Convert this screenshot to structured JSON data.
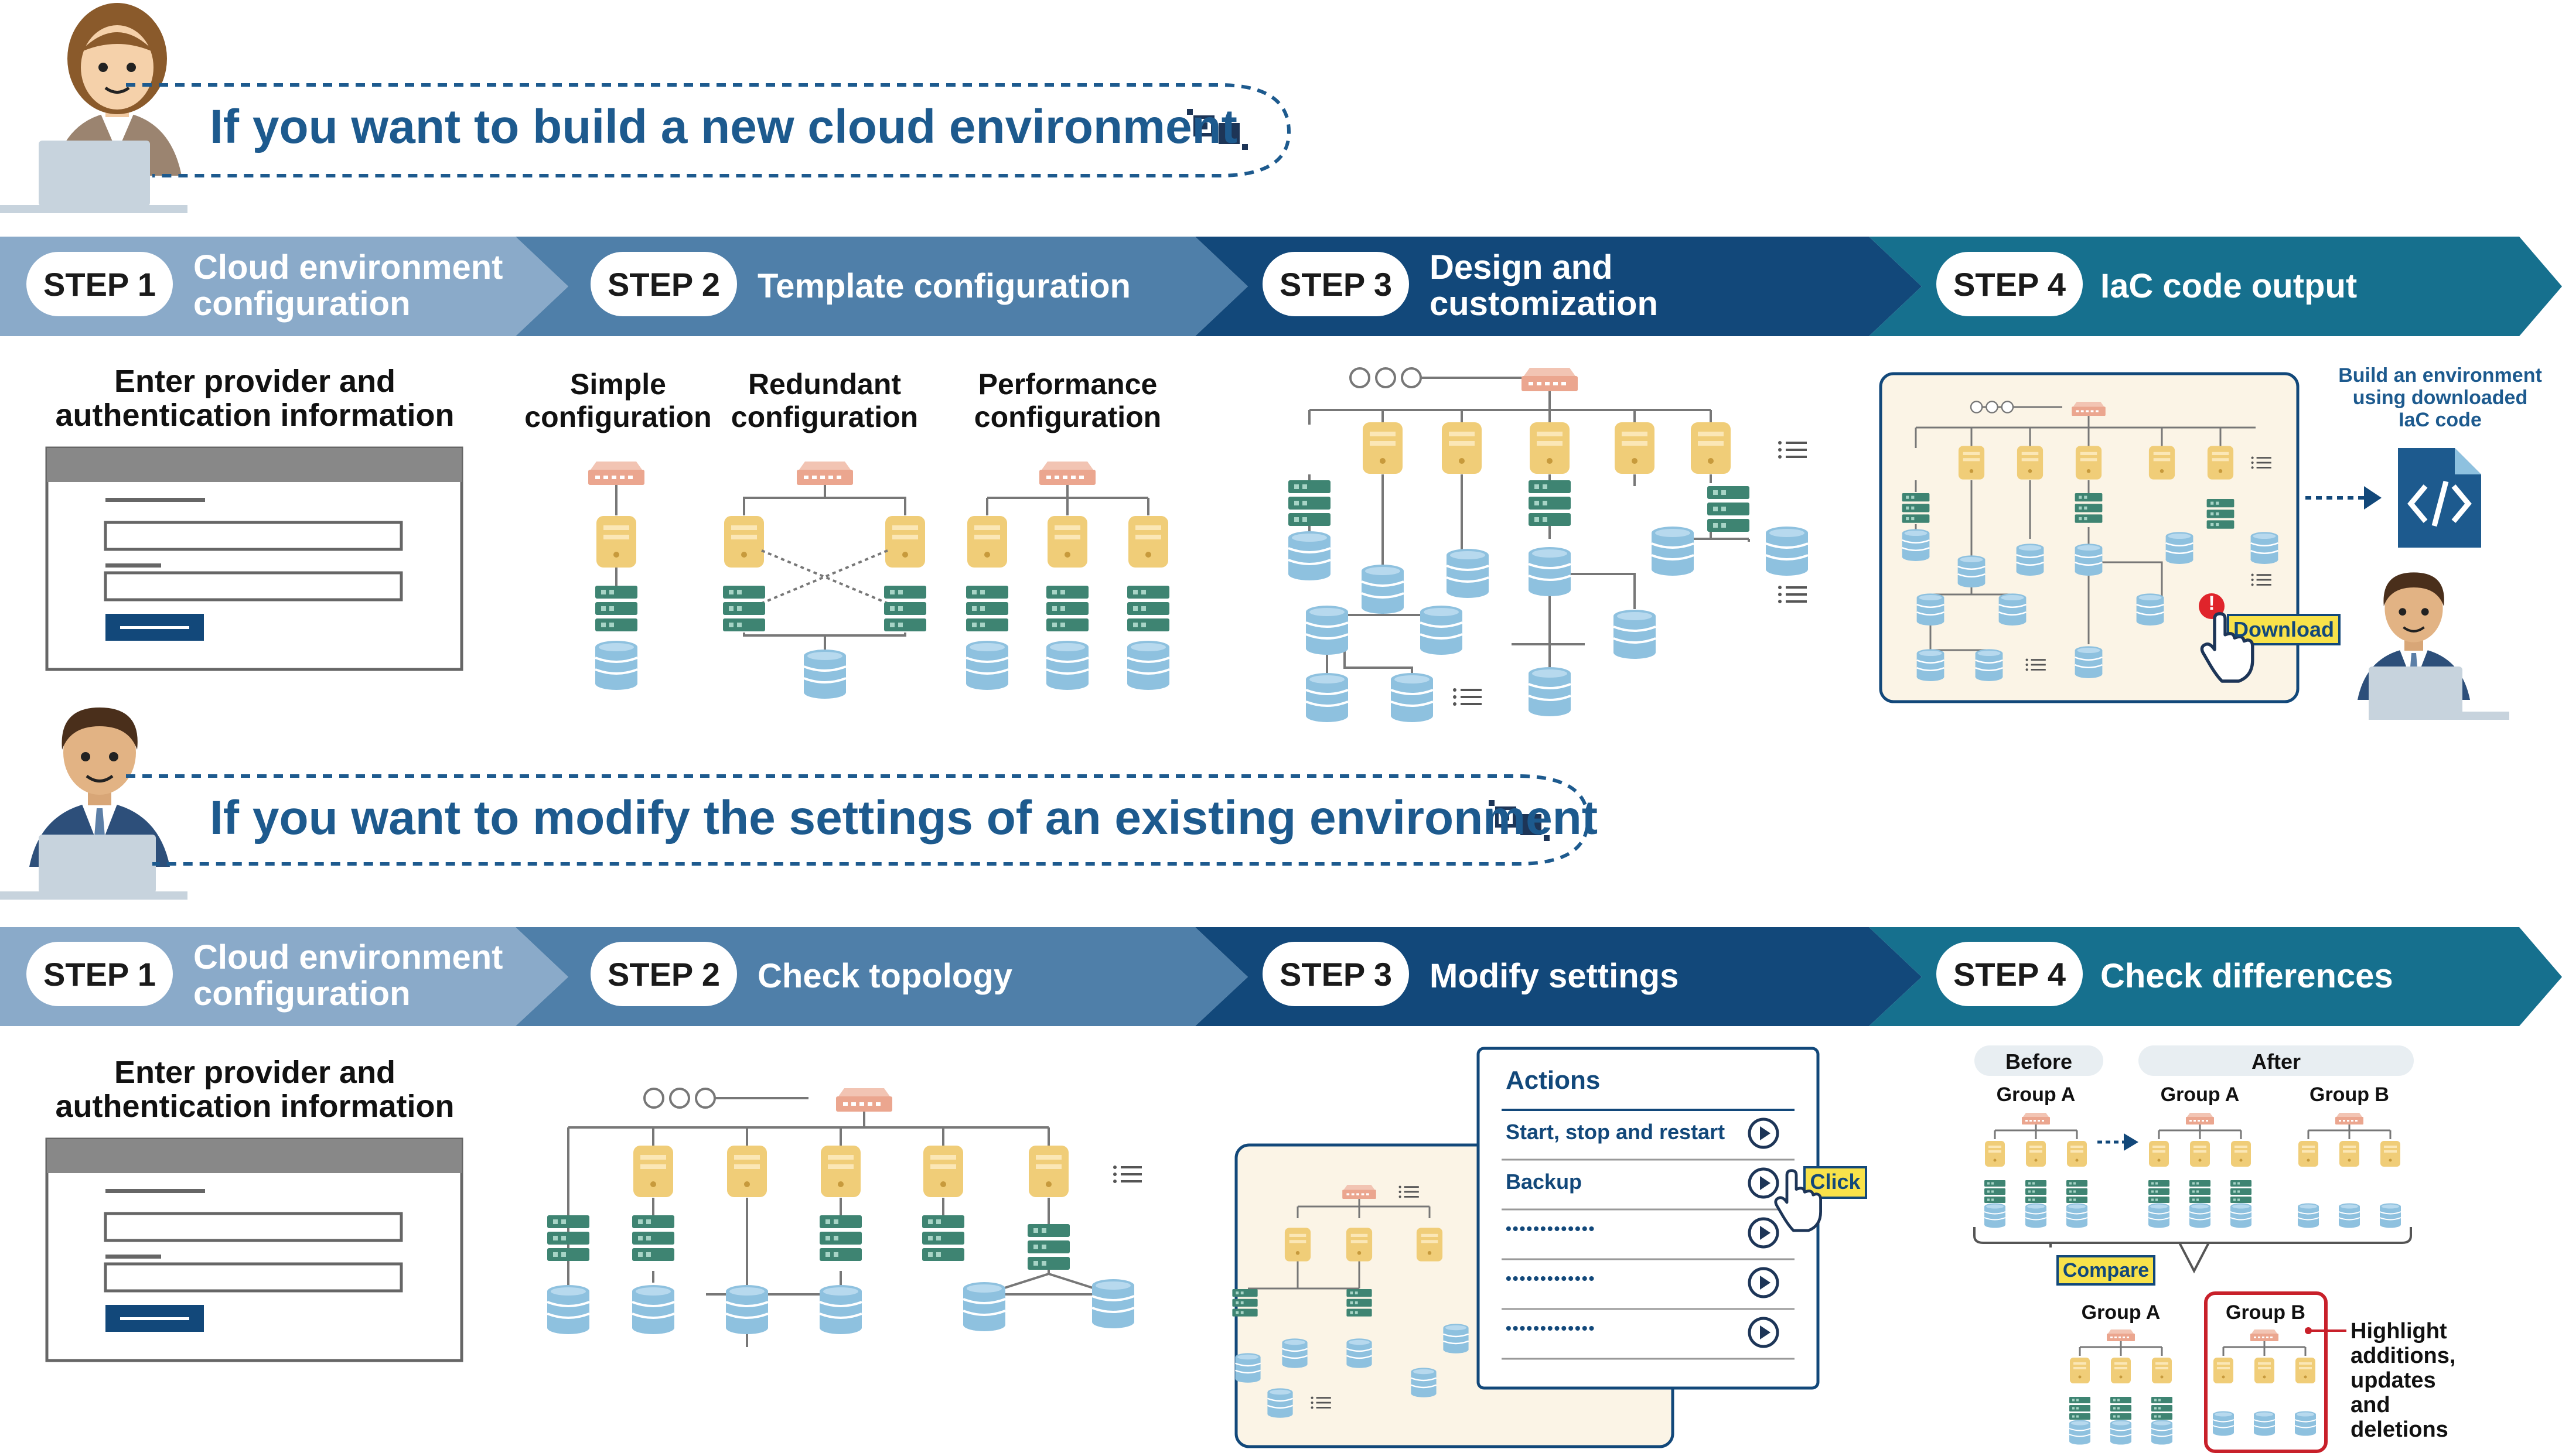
{
  "colors": {
    "title_blue": "#1d5a8e",
    "step1": "#8aaac9",
    "step2": "#4f7fa9",
    "step3": "#12487a",
    "step4": "#16708e",
    "server_yellow": "#f0cd78",
    "switch_green": "#3e8472",
    "db_blue": "#8ec1df",
    "router_salmon": "#eba68f",
    "highlight_yellow": "#f8e24a",
    "alert_red": "#e0242b",
    "panel_beige": "#fbf4e6"
  },
  "sections": {
    "build": {
      "title": "If you want to build a new cloud environment",
      "steps": [
        {
          "label": "STEP 1",
          "name": "Cloud environment\nconfiguration"
        },
        {
          "label": "STEP 2",
          "name": "Template configuration"
        },
        {
          "label": "STEP 3",
          "name": "Design and\ncustomization"
        },
        {
          "label": "STEP 4",
          "name": "IaC code output"
        }
      ],
      "step1_caption": "Enter provider and\nauthentication information",
      "templates": [
        "Simple\nconfiguration",
        "Redundant\nconfiguration",
        "Performance\nconfiguration"
      ],
      "step4_note": "Build an environment\nusing downloaded\nIaC code",
      "download_label": "Download",
      "alert_mark": "!"
    },
    "modify": {
      "title": "If you want to modify the settings of an existing environment",
      "steps": [
        {
          "label": "STEP 1",
          "name": "Cloud environment\nconfiguration"
        },
        {
          "label": "STEP 2",
          "name": "Check topology"
        },
        {
          "label": "STEP 3",
          "name": "Modify settings"
        },
        {
          "label": "STEP 4",
          "name": "Check differences"
        }
      ],
      "step1_caption": "Enter provider and\nauthentication information",
      "actions_title": "Actions",
      "actions": [
        "Start, stop and restart",
        "Backup",
        "•••••••••••••",
        "•••••••••••••",
        "•••••••••••••"
      ],
      "click_label": "Click",
      "before_label": "Before",
      "after_label": "After",
      "group_a": "Group A",
      "group_b": "Group B",
      "compare_label": "Compare",
      "highlight_note": "Highlight\nadditions,\nupdates\nand\ndeletions"
    }
  }
}
